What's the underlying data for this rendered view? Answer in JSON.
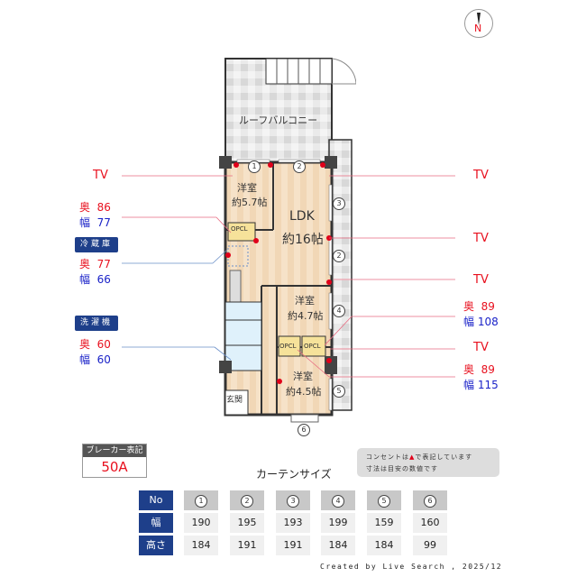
{
  "compass": {
    "label": "N"
  },
  "rooms": {
    "balcony": "ルーフバルコニー",
    "western1": {
      "name": "洋室",
      "size": "約5.7帖"
    },
    "ldk": {
      "name": "LDK",
      "size": "約16帖"
    },
    "western2": {
      "name": "洋室",
      "size": "約4.7帖"
    },
    "western3": {
      "name": "洋室",
      "size": "約4.5帖"
    },
    "entrance": "玄関",
    "opcl": "OPCL"
  },
  "window_numbers": [
    "1",
    "2",
    "3",
    "2",
    "4",
    "5",
    "6"
  ],
  "left_annotations": {
    "tv": "TV",
    "closet": {
      "depth_label": "奥",
      "depth": "86",
      "width_label": "幅",
      "width": "77"
    },
    "fridge": {
      "tag": "冷蔵庫",
      "depth_label": "奥",
      "depth": "77",
      "width_label": "幅",
      "width": "66"
    },
    "washer": {
      "tag": "洗濯機",
      "depth_label": "奥",
      "depth": "60",
      "width_label": "幅",
      "width": "60"
    }
  },
  "right_annotations": {
    "tv1": "TV",
    "tv2": "TV",
    "tv3": "TV",
    "closet1": {
      "depth_label": "奥",
      "depth": "89",
      "width_label": "幅",
      "width": "108"
    },
    "tv4": "TV",
    "closet2": {
      "depth_label": "奥",
      "depth": "89",
      "width_label": "幅",
      "width": "115"
    }
  },
  "breaker": {
    "label": "ブレーカー表記",
    "value": "50A"
  },
  "notes": {
    "line1_pre": "コンセントは",
    "line1_post": "で表記しています",
    "line2": "寸法は目安の数値です"
  },
  "curtain": {
    "title": "カーテンサイズ",
    "row_labels": [
      "No",
      "幅",
      "高さ"
    ],
    "numbers": [
      "1",
      "2",
      "3",
      "4",
      "5",
      "6"
    ],
    "widths": [
      "190",
      "195",
      "193",
      "199",
      "159",
      "160"
    ],
    "heights": [
      "184",
      "191",
      "191",
      "184",
      "184",
      "99"
    ]
  },
  "footer": "Created by Live Search , 2025/12"
}
